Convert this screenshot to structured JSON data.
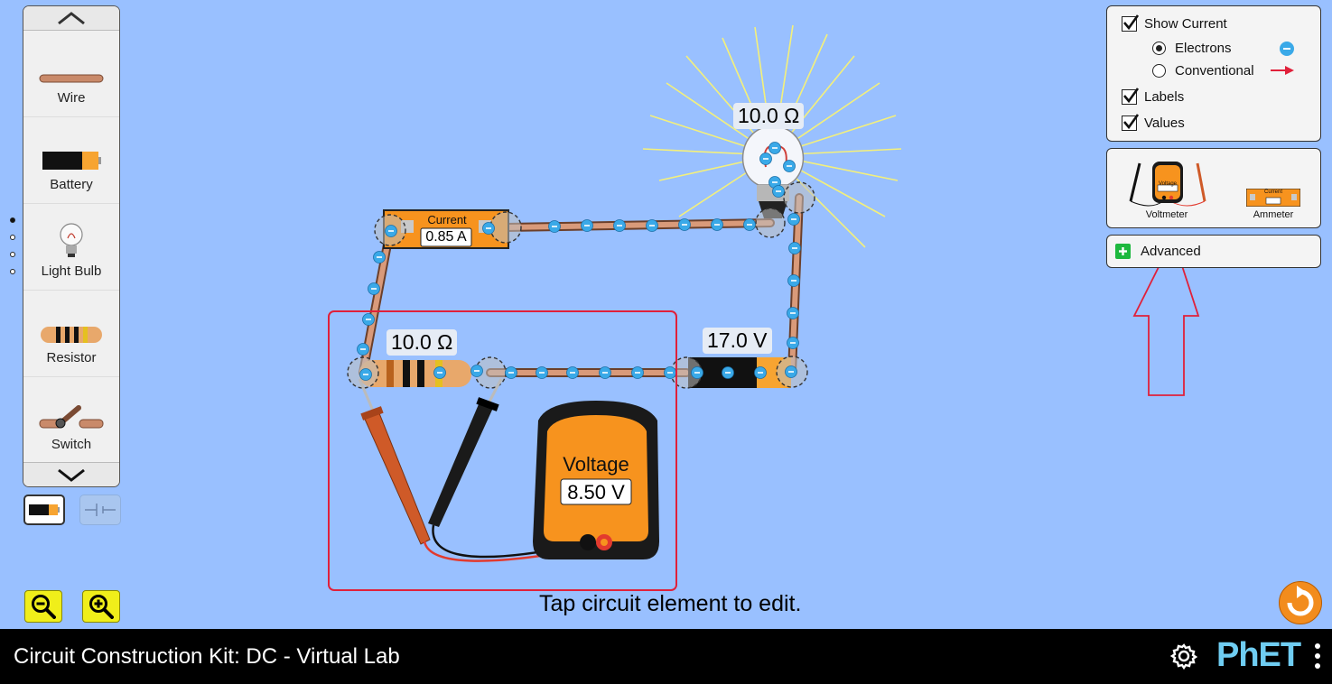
{
  "app": {
    "title": "Circuit Construction Kit: DC - Virtual Lab",
    "brand": "PhET"
  },
  "toolbox": {
    "items": [
      {
        "label": "Wire"
      },
      {
        "label": "Battery"
      },
      {
        "label": "Light Bulb"
      },
      {
        "label": "Resistor"
      },
      {
        "label": "Switch"
      }
    ]
  },
  "options_panel": {
    "show_current": "Show Current",
    "electrons": "Electrons",
    "conventional": "Conventional",
    "labels": "Labels",
    "values": "Values",
    "selected_current_mode": "Electrons"
  },
  "meters_panel": {
    "voltmeter": "Voltmeter",
    "ammeter": "Ammeter"
  },
  "advanced": {
    "label": "Advanced"
  },
  "circuit": {
    "bulb_resistance": "10.0 Ω",
    "resistor_resistance": "10.0 Ω",
    "battery_voltage": "17.0 V",
    "ammeter_title": "Current",
    "ammeter_reading": "0.85 A",
    "voltmeter_title": "Voltage",
    "voltmeter_reading": "8.50 V",
    "meter_icon_voltage": "Voltage",
    "meter_icon_current": "Current"
  },
  "hint": "Tap circuit element to edit.",
  "colors": {
    "background": "#99c0ff",
    "wire": "#c98a6a",
    "electron": "#3aa9e8",
    "highlight_box": "#e0203a",
    "meter_orange": "#f7931e",
    "zoom_yellow": "#f0ee1a",
    "phet_blue": "#6fcdf2"
  }
}
